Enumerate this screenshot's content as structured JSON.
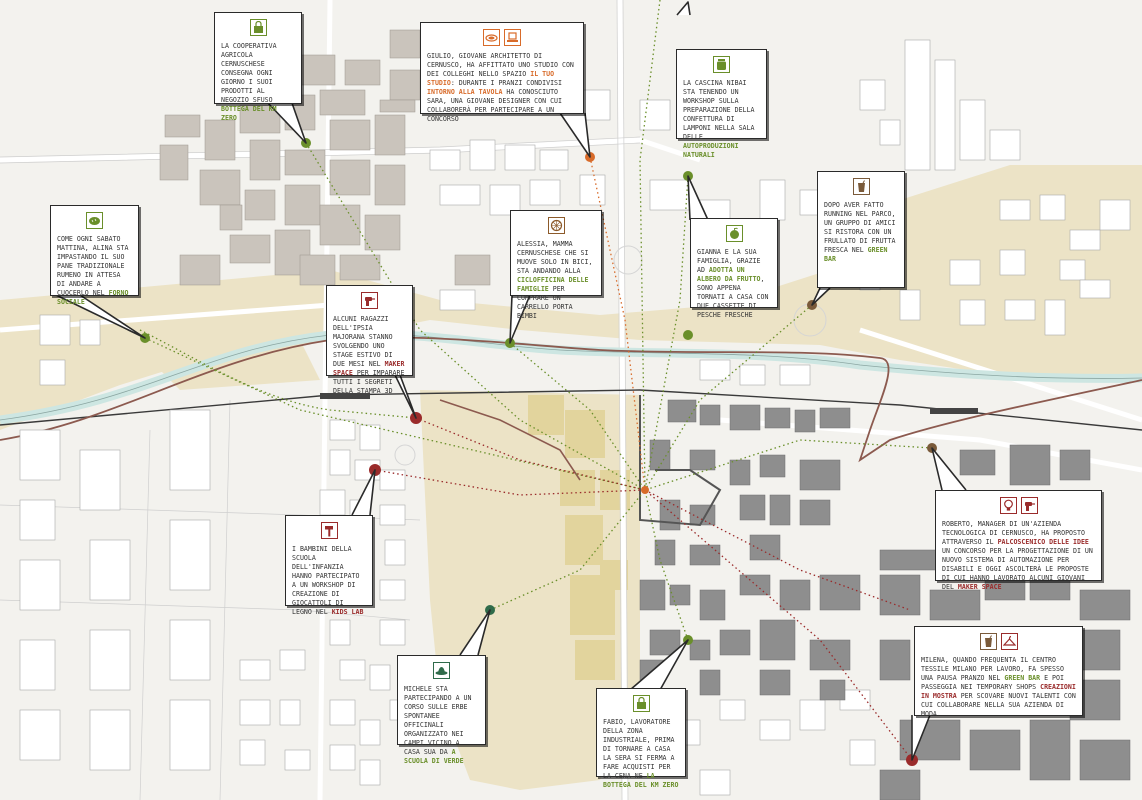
{
  "callouts": [
    {
      "id": "cooperativa",
      "icons": [
        "shopping-bag-icon"
      ],
      "parts": [
        {
          "t": "La cooperativa agricola cernuschese consegna ogni giorno i suoi prodotti al negozio sfuso "
        },
        {
          "t": "Bottega del km zero",
          "c": "green"
        }
      ]
    },
    {
      "id": "giulio",
      "icons": [
        "meal-plate-icon",
        "laptop-icon"
      ],
      "parts": [
        {
          "t": "Giulio, giovane architetto di Cernusco, ha affittato uno studio con dei colleghi nello spazio "
        },
        {
          "t": "Il tuo studio",
          "c": "orange"
        },
        {
          "t": ": durante i pranzi condivisi "
        },
        {
          "t": "Intorno alla tavola",
          "c": "orange"
        },
        {
          "t": " ha conosciuto Sara, una giovane designer con cui collaborerà per partecipare a un concorso"
        }
      ]
    },
    {
      "id": "cascina",
      "icons": [
        "jam-jar-icon"
      ],
      "parts": [
        {
          "t": "La cascina Nibai sta tenendo un workshop sulla preparazione della confettura di lamponi nella sala delle "
        },
        {
          "t": "Autoproduzioni naturali",
          "c": "green"
        }
      ]
    },
    {
      "id": "alina",
      "icons": [
        "bread-icon"
      ],
      "parts": [
        {
          "t": "Come ogni sabato mattina, Alina sta impastando il suo pane tradizionale rumeno in attesa di andare a cuocerlo nel "
        },
        {
          "t": "Forno sociale",
          "c": "green"
        }
      ]
    },
    {
      "id": "alessia",
      "icons": [
        "bike-wheel-icon"
      ],
      "parts": [
        {
          "t": "Alessia, mamma cernuschese che si muove solo in bici, sta andando alla "
        },
        {
          "t": "Ciclofficina delle famiglie",
          "c": "green"
        },
        {
          "t": " per comprare un carrello porta bimbi"
        }
      ]
    },
    {
      "id": "gianna",
      "icons": [
        "apple-icon"
      ],
      "parts": [
        {
          "t": "Gianna e la sua famiglia, grazie ad "
        },
        {
          "t": "Adotta un albero da frutto",
          "c": "green"
        },
        {
          "t": ", sono appena tornati a casa con due cassette di pesche fresche"
        }
      ]
    },
    {
      "id": "running",
      "icons": [
        "smoothie-icon"
      ],
      "parts": [
        {
          "t": "Dopo aver fatto running nel parco, un gruppo di amici si ristora con un frullato di frutta fresca nel "
        },
        {
          "t": "Green bar",
          "c": "green"
        }
      ]
    },
    {
      "id": "ragazzi",
      "icons": [
        "drill-icon"
      ],
      "parts": [
        {
          "t": "Alcuni ragazzi dell'Ipsia Majorana stanno svolgendo uno stage estivo di due mesi nel "
        },
        {
          "t": "Maker space",
          "c": "red"
        },
        {
          "t": " per imparare tutti i segreti della stampa 3D"
        }
      ]
    },
    {
      "id": "bambini",
      "icons": [
        "hammer-icon"
      ],
      "parts": [
        {
          "t": "I bambini della scuola dell'infanzia hanno partecipato a un workshop di creazione di giocattoli di legno nel "
        },
        {
          "t": "Kids lab",
          "c": "red"
        }
      ]
    },
    {
      "id": "roberto",
      "icons": [
        "lightbulb-icon",
        "drill-icon"
      ],
      "parts": [
        {
          "t": "Roberto, manager di un'azienda tecnologica di Cernusco, ha proposto attraverso il "
        },
        {
          "t": "Palcoscenico delle idee",
          "c": "red"
        },
        {
          "t": " un concorso per la progettazione di un nuovo sistema di automazione per disabili e oggi ascolterà le proposte di cui hanno lavorato alcuni giovani del "
        },
        {
          "t": "Maker space",
          "c": "red"
        }
      ]
    },
    {
      "id": "michele",
      "icons": [
        "garden-hat-icon"
      ],
      "parts": [
        {
          "t": "Michele sta partecipando a un corso sulle erbe spontanee officinali organizzato nei campi vicino a casa sua da "
        },
        {
          "t": "A scuola di verde",
          "c": "green"
        }
      ]
    },
    {
      "id": "fabio",
      "icons": [
        "shopping-bag-icon"
      ],
      "parts": [
        {
          "t": "Fabio, lavoratore della zona industriale, prima di tornare a casa la sera si ferma a fare acquisti per la cena ne "
        },
        {
          "t": "La Bottega del km zero",
          "c": "green"
        }
      ]
    },
    {
      "id": "milena",
      "icons": [
        "smoothie-icon",
        "hanger-icon"
      ],
      "parts": [
        {
          "t": "Milena, quando frequenta il centro tessile Milano per lavoro, fa spesso una pausa pranzo nel "
        },
        {
          "t": "Green bar",
          "c": "green"
        },
        {
          "t": " e poi passeggia nei temporary shops "
        },
        {
          "t": "Creazioni in mostra",
          "c": "red"
        },
        {
          "t": " per scovare nuovi talenti con cui collaborare nella sua azienda di moda."
        }
      ]
    }
  ],
  "colors": {
    "green": "#6a8f2a",
    "red": "#9a2b2b",
    "orange": "#d86b2a",
    "brown": "#7a5a3a",
    "field": "#e9dfbe",
    "field_dark": "#e0cf93",
    "building_old": "#c9c3bb",
    "building_ind": "#8f8f8f",
    "canal": "#d7ebe8",
    "rail": "#333333"
  }
}
